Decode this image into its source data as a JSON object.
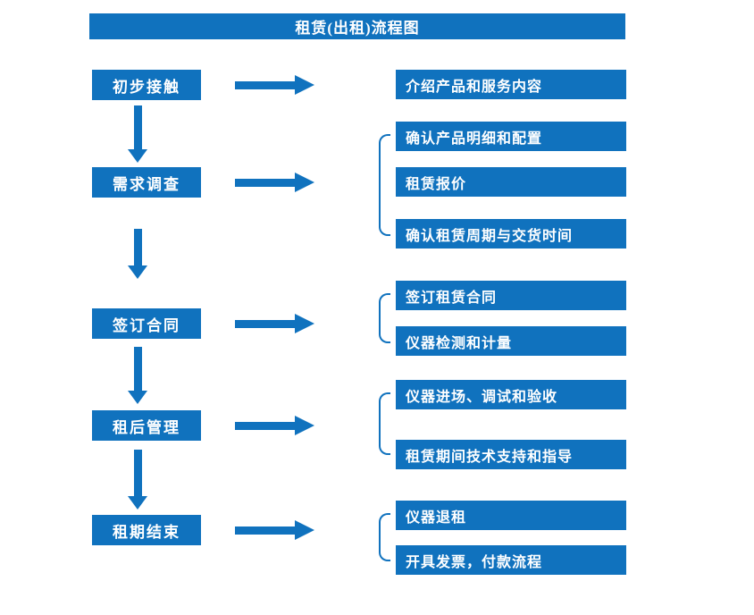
{
  "title": "租赁(出租)流程图",
  "colors": {
    "primary": "#1072be",
    "background": "#ffffff",
    "text_on_primary": "#ffffff"
  },
  "steps": [
    {
      "label": "初步接触",
      "details": [
        "介绍产品和服务内容"
      ]
    },
    {
      "label": "需求调查",
      "details": [
        "确认产品明细和配置",
        "租赁报价",
        "确认租赁周期与交货时间"
      ]
    },
    {
      "label": "签订合同",
      "details": [
        "签订租赁合同",
        "仪器检测和计量"
      ]
    },
    {
      "label": "租后管理",
      "details": [
        "仪器进场、调试和验收",
        "租赁期间技术支持和指导"
      ]
    },
    {
      "label": "租期结束",
      "details": [
        "仪器退租",
        "开具发票，付款流程"
      ]
    }
  ]
}
